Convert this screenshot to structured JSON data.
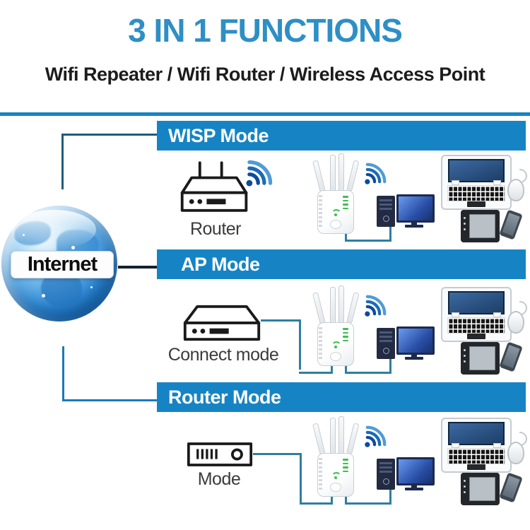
{
  "header": {
    "title": "3 IN 1 FUNCTIONS",
    "subtitle": "Wifi Repeater / Wifi Router / Wireless Access Point"
  },
  "internet": {
    "label": "Internet"
  },
  "sections": [
    {
      "id": "wisp",
      "title": "WISP Mode",
      "source_label": "Router",
      "source_icon": "router-icon",
      "connection": "wireless-from-router"
    },
    {
      "id": "ap",
      "title": "AP Mode",
      "source_label": "Connect mode",
      "source_icon": "modem-box-icon",
      "connection": "wired-from-modem"
    },
    {
      "id": "router",
      "title": "Router Mode",
      "source_label": "Mode",
      "source_icon": "modem-front-icon",
      "connection": "wired-from-modem"
    }
  ],
  "icons": {
    "globe-icon": "blue earth globe",
    "router-icon": "outline router with two antennas",
    "modem-box-icon": "outline modem box",
    "modem-front-icon": "outline modem front panel with vents and port",
    "wifi-signal-icon": "three blue arcs with dot",
    "repeater-icon": "white wifi extender with four antennas and green leds",
    "desktop-pc-icon": "tower with monitor",
    "laptop-icon": "top-view laptop with keyboard",
    "mouse-icon": "white mouse with cable",
    "tablet-icon": "graphics tablet",
    "phone-icon": "smartphone"
  },
  "colors": {
    "accent_blue": "#2e8fc5",
    "bar_blue": "#1684c4",
    "connector_teal": "#2e7fa0",
    "wisp_elbow": "#1f5c78",
    "router_elbow": "#1a7ab8",
    "dash_dark": "#13212e",
    "wifi_dark": "#0d4a9e",
    "wifi_mid": "#1a6cb5",
    "wifi_light": "#4f9bd6",
    "led_green": "#3fbf55"
  }
}
